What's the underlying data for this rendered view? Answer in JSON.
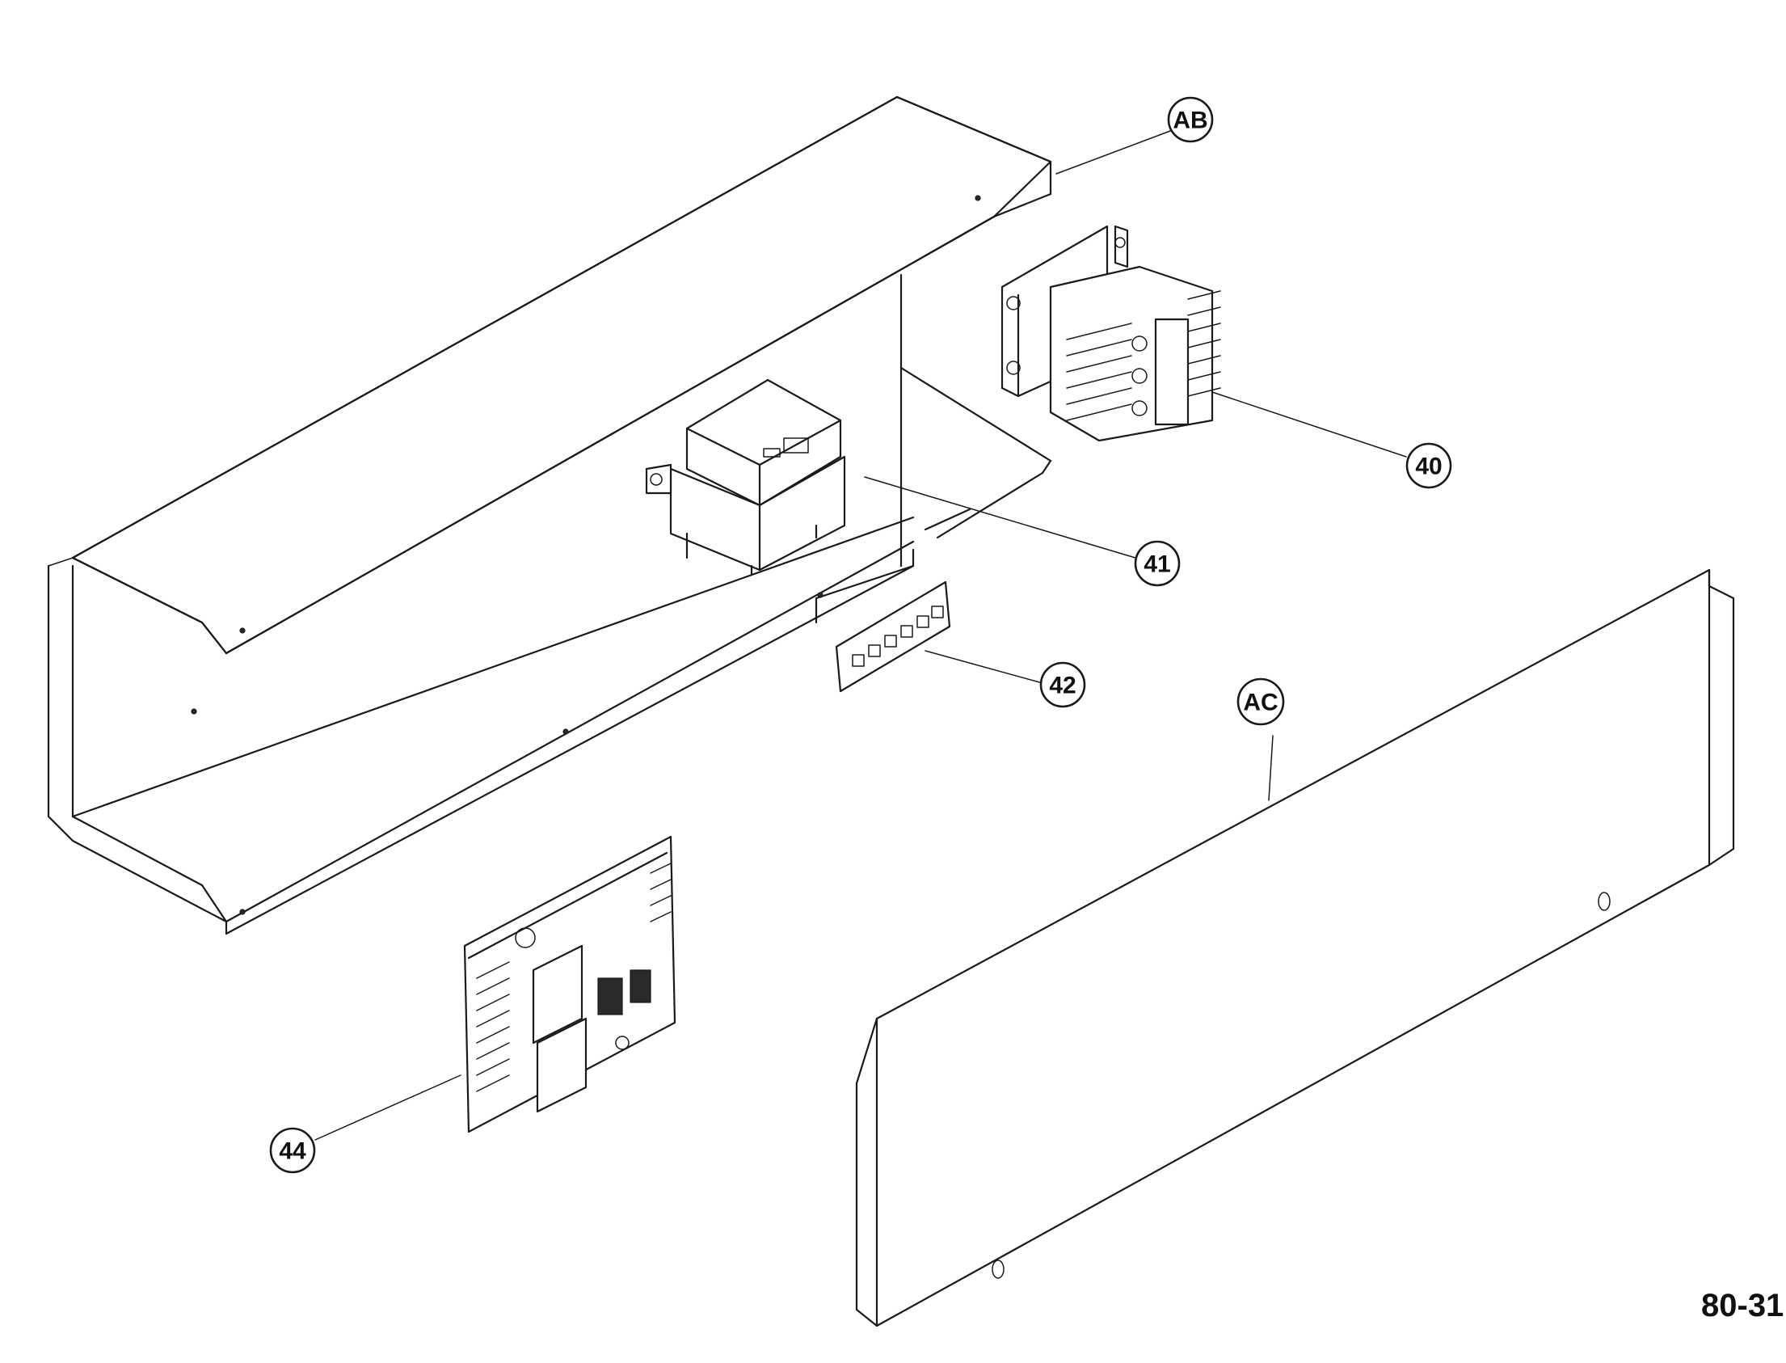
{
  "callouts": {
    "ab": "AB",
    "ac": "AC",
    "c40": "40",
    "c41": "41",
    "c42": "42",
    "c44": "44"
  },
  "figure_id": "80-31"
}
